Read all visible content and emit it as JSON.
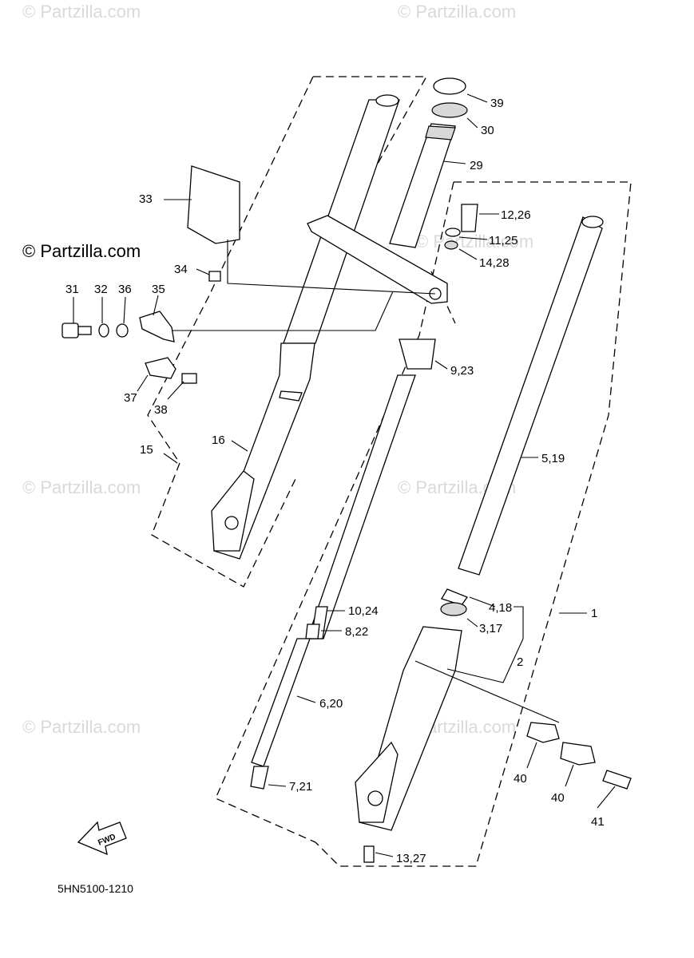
{
  "watermarks": {
    "brand": "© Partzilla.com",
    "copies": [
      "© Partzilla.com",
      "© Partzilla.com",
      "© Partzilla.com",
      "© Partzilla.com",
      "© Partzilla.com",
      "© Partzilla.com",
      "© Partzilla.com"
    ],
    "dark": "© Partzilla.com"
  },
  "callouts": {
    "c39": "39",
    "c30": "30",
    "c29": "29",
    "c33": "33",
    "c12_26": "12,26",
    "c11_25": "11,25",
    "c14_28": "14,28",
    "c34": "34",
    "c31": "31",
    "c32": "32",
    "c36": "36",
    "c35": "35",
    "c9_23": "9,23",
    "c37": "37",
    "c38": "38",
    "c15": "15",
    "c16": "16",
    "c5_19": "5,19",
    "c10_24": "10,24",
    "c4_18": "4,18",
    "c1": "1",
    "c8_22": "8,22",
    "c3_17": "3,17",
    "c2": "2",
    "c6_20": "6,20",
    "c40a": "40",
    "c40b": "40",
    "c41": "41",
    "c7_21": "7,21",
    "c13_27": "13,27"
  },
  "fwd_label": "FWD",
  "diagram_code": "5HN5100-1210"
}
